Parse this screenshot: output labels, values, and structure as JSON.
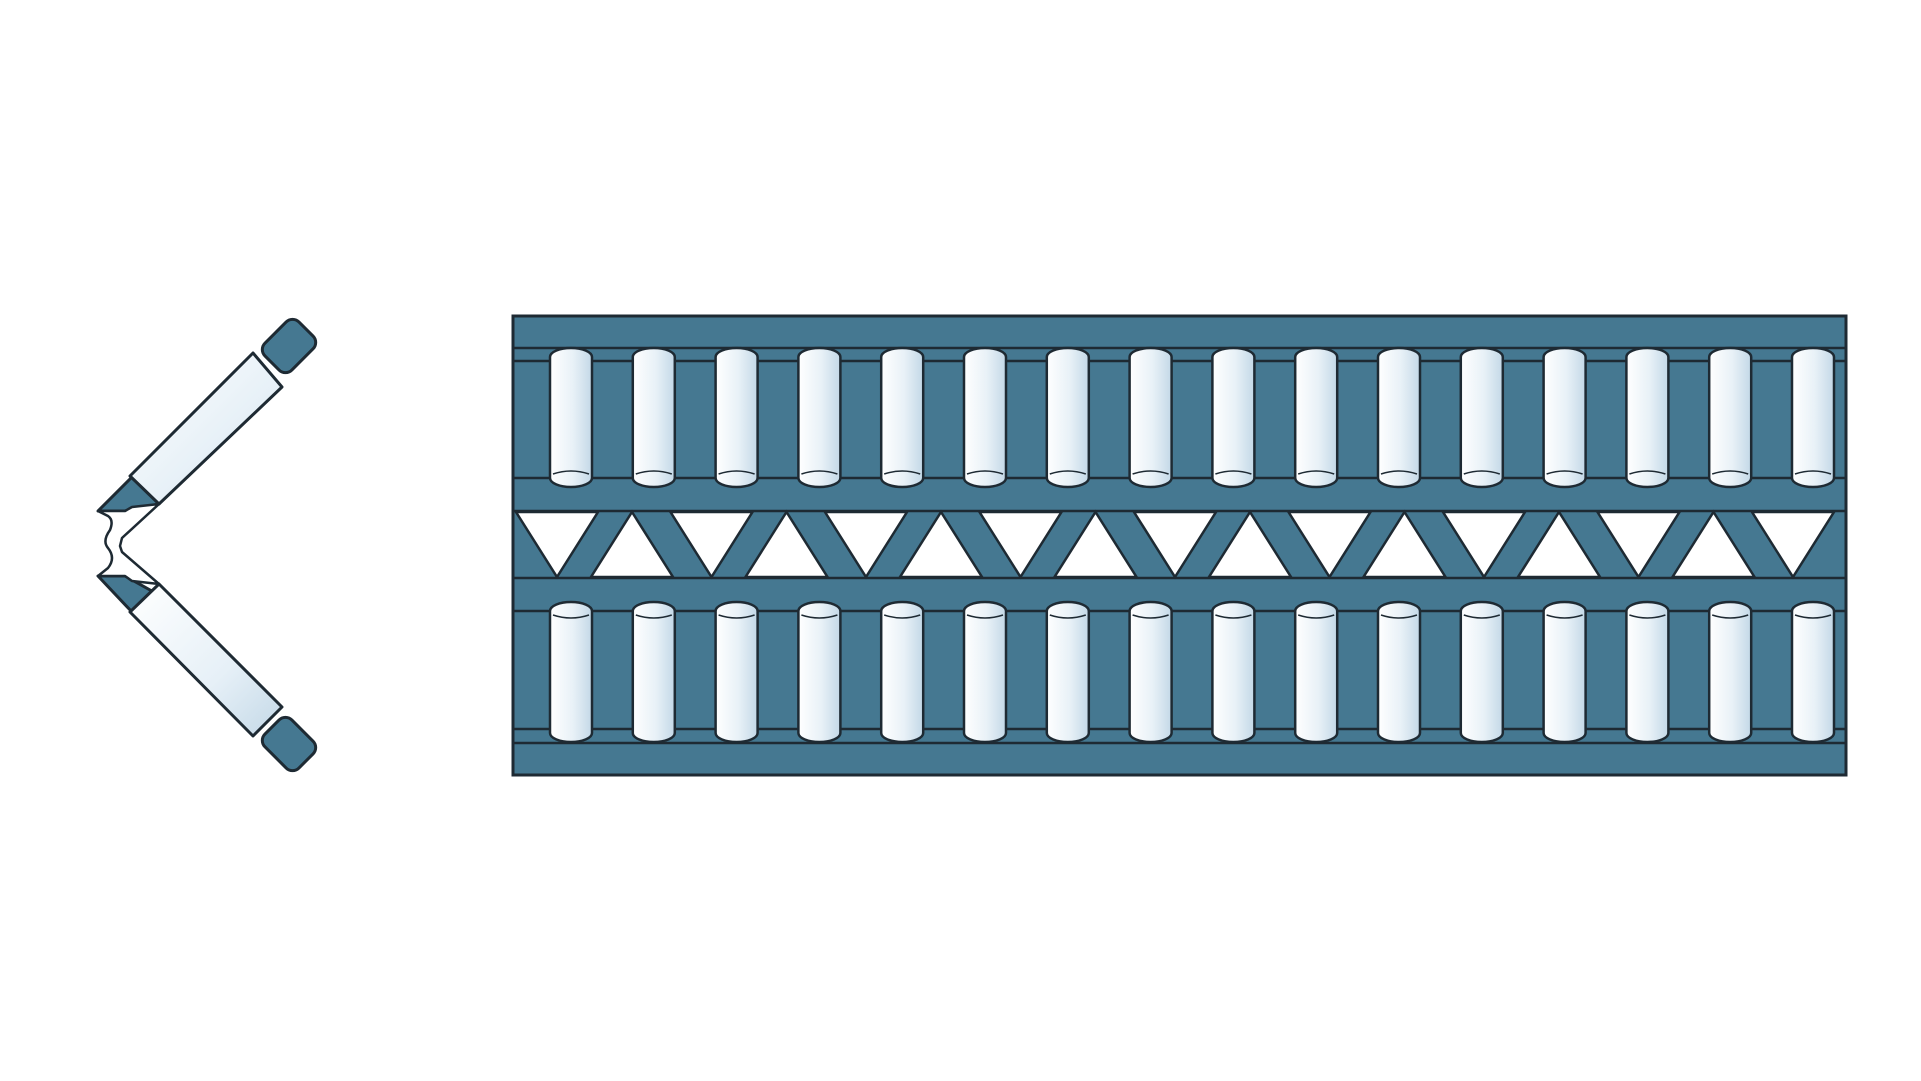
{
  "diagram": {
    "colors": {
      "frame_fill": "#457891",
      "outline": "#1e2a33",
      "tube_highlight": "#ffffff",
      "tube_shade": "#c8dcea",
      "opening_fill": "#ffffff",
      "background": "#ffffff"
    },
    "side_view": {
      "element": "hinged-segment-pair",
      "segments": [
        "upper-segment",
        "lower-segment"
      ]
    },
    "front_view": {
      "element": "roller-panel",
      "roller_rows": [
        "upper-roller-row",
        "lower-roller-row"
      ],
      "rollers_per_row": 16,
      "middle_band": "triangle-truss-band",
      "truss_triangles_up": 8,
      "truss_triangles_down": 9
    }
  }
}
